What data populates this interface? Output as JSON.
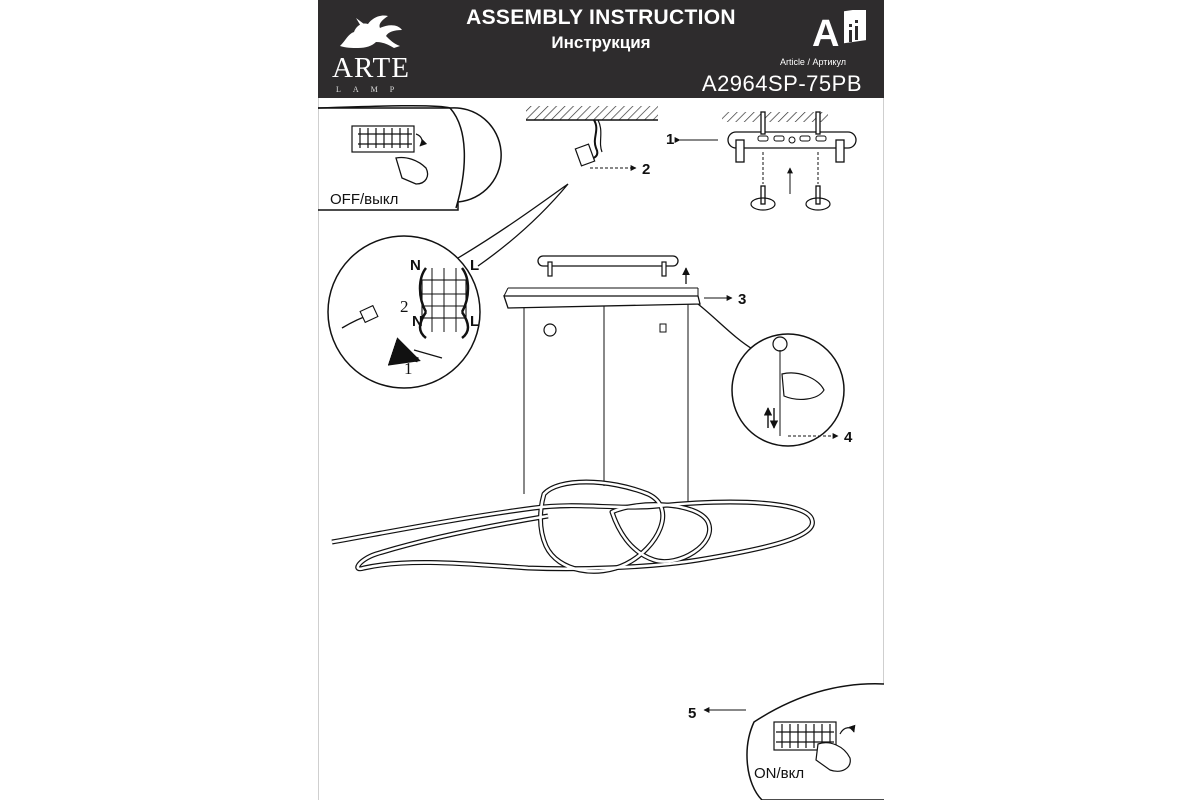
{
  "header": {
    "brand": "ARTE",
    "brand_sub": "LAMP",
    "title": "ASSEMBLY INSTRUCTION",
    "title_ru": "Инструкция",
    "article_label": "Article / Артикул",
    "article_code": "A2964SP-75PB",
    "icon_letter": "A"
  },
  "steps": {
    "s1": "1",
    "s2": "2",
    "s3": "3",
    "s4": "4",
    "s5": "5"
  },
  "wiring": {
    "n_top": "N",
    "l_top": "L",
    "n_bottom": "N",
    "l_bottom": "L",
    "sub2": "2",
    "sub1": "1"
  },
  "states": {
    "off": "OFF/выкл",
    "on": "ON/вкл"
  },
  "colors": {
    "header_bg": "#2e2c2d",
    "line": "#111111"
  }
}
